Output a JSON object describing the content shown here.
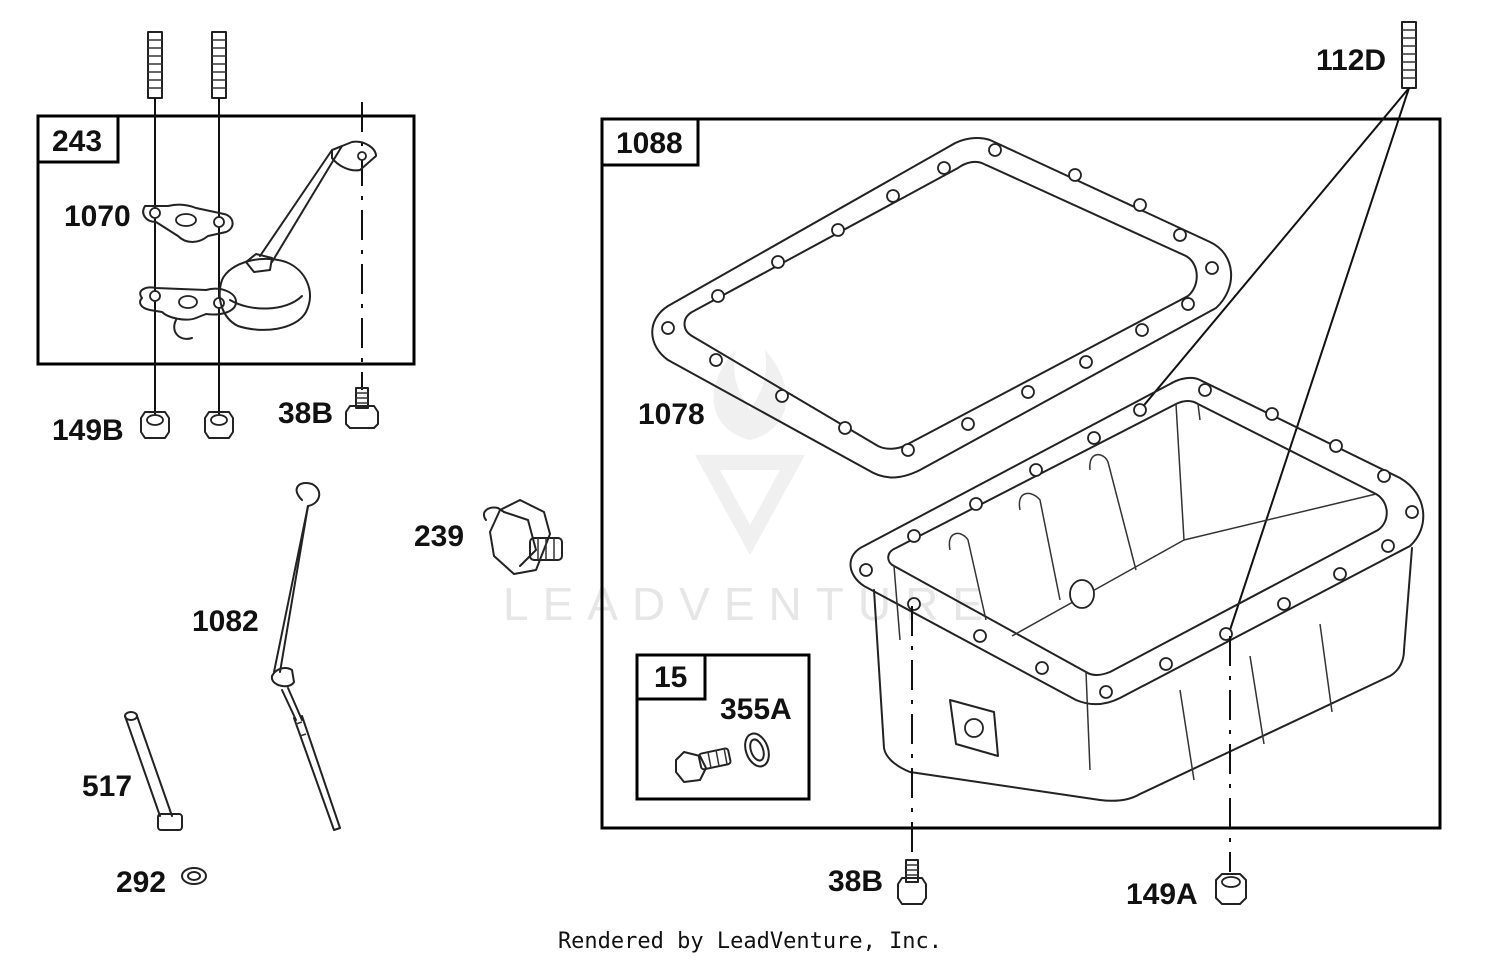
{
  "watermark": "LEADVENTURE",
  "footer": "Rendered by LeadVenture, Inc.",
  "callouts": {
    "c243": "243",
    "c1070": "1070",
    "c149B": "149B",
    "c38B_top": "38B",
    "c1082": "1082",
    "c239": "239",
    "c517": "517",
    "c292": "292",
    "c1088": "1088",
    "c1078": "1078",
    "c112D": "112D",
    "c15": "15",
    "c355A": "355A",
    "c38B_bottom": "38B",
    "c149A": "149A"
  }
}
